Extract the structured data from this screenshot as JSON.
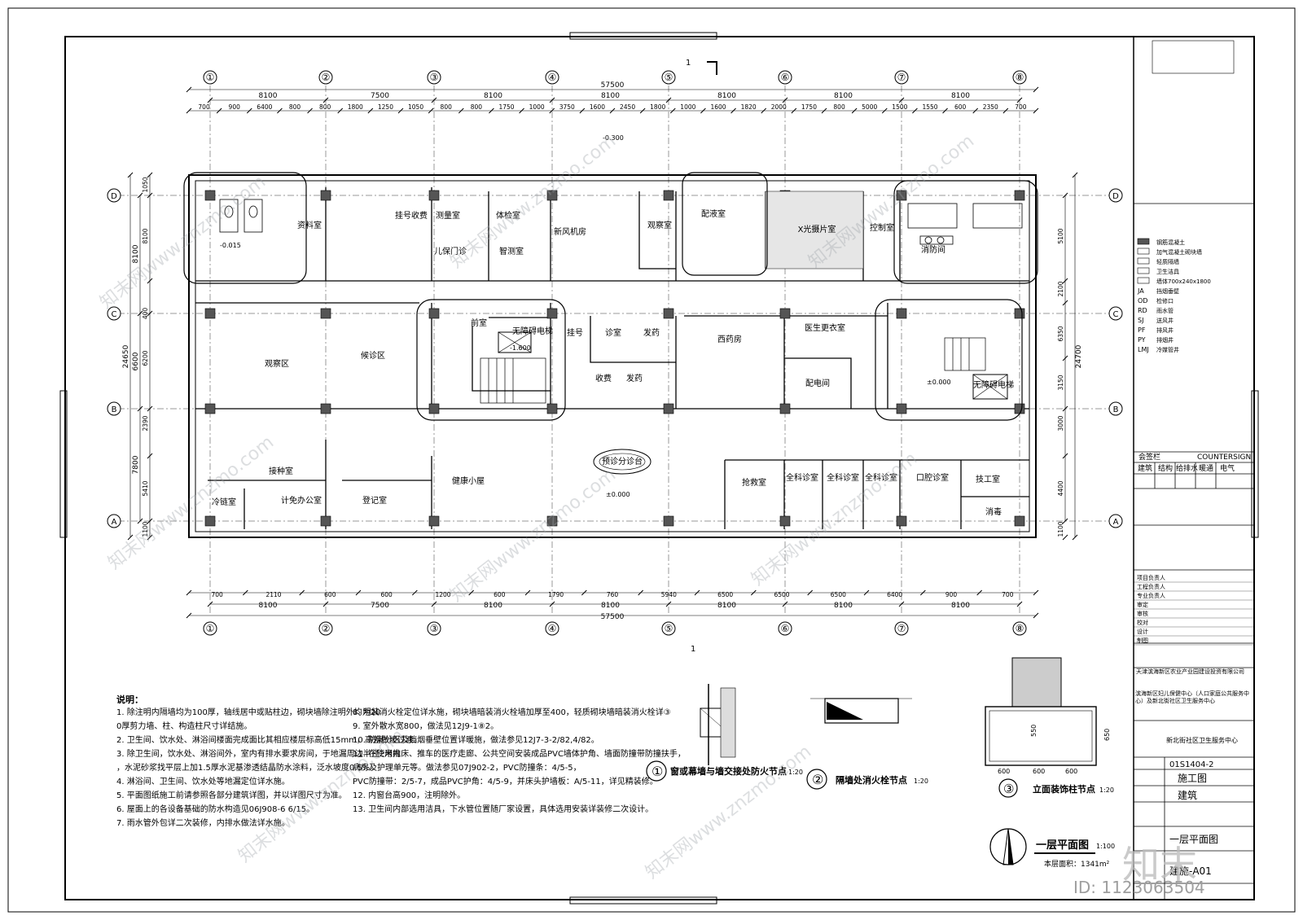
{
  "grid": {
    "numbers": [
      "①",
      "②",
      "③",
      "④",
      "⑤",
      "⑥",
      "⑦",
      "⑧"
    ],
    "letters": [
      "A",
      "B",
      "C",
      "D"
    ]
  },
  "dims": {
    "top_total": "57500",
    "top_bays": [
      "8100",
      "7500",
      "8100",
      "8100",
      "8100",
      "8100",
      "8100"
    ],
    "top_details": [
      "700",
      "900",
      "6400",
      "800",
      "800",
      "1800",
      "1250",
      "1050",
      "800",
      "800",
      "1750",
      "1000",
      "3750",
      "1600",
      "2450",
      "1800",
      "1000",
      "1600",
      "1820",
      "2000",
      "1750",
      "800",
      "5000",
      "1500",
      "1550",
      "600",
      "2350",
      "700"
    ],
    "bottom_total": "57500",
    "bottom_bays": [
      "8100",
      "7500",
      "8100",
      "8100",
      "8100",
      "8100",
      "8100"
    ],
    "bottom_details": [
      "700",
      "2110",
      "600",
      "600",
      "1200",
      "600",
      "1790",
      "760",
      "5940",
      "6500",
      "6500",
      "6500",
      "6400",
      "900",
      "700"
    ],
    "left_total": "24650",
    "left_bays": [
      "8100",
      "6600",
      "7800"
    ],
    "left_details": [
      "1050",
      "8100",
      "400",
      "6200",
      "2390",
      "5410",
      "1100"
    ],
    "right_total": "24700",
    "right_bays": [
      "5100",
      "2100",
      "6350",
      "3150",
      "3000",
      "4400",
      "1100"
    ]
  },
  "rooms": [
    {
      "id": "r1",
      "label": "资料室"
    },
    {
      "id": "r2",
      "label": "挂号收费"
    },
    {
      "id": "r3",
      "label": "测量室"
    },
    {
      "id": "r4",
      "label": "体检室"
    },
    {
      "id": "r5",
      "label": "儿保门诊"
    },
    {
      "id": "r6",
      "label": "智测室"
    },
    {
      "id": "r7",
      "label": "新风机房"
    },
    {
      "id": "r8",
      "label": "观察室"
    },
    {
      "id": "r9",
      "label": "配液室"
    },
    {
      "id": "r10",
      "label": "X光摄片室"
    },
    {
      "id": "r11",
      "label": "控制室"
    },
    {
      "id": "r12",
      "label": "消防间"
    },
    {
      "id": "r13",
      "label": "观察区"
    },
    {
      "id": "r14",
      "label": "候诊区"
    },
    {
      "id": "r15",
      "label": "前室"
    },
    {
      "id": "r16",
      "label": "无障碍电梯"
    },
    {
      "id": "r17",
      "label": "挂号"
    },
    {
      "id": "r18",
      "label": "诊室"
    },
    {
      "id": "r19",
      "label": "发药"
    },
    {
      "id": "r20",
      "label": "西药房"
    },
    {
      "id": "r21",
      "label": "医生更衣室"
    },
    {
      "id": "r22",
      "label": "配电间"
    },
    {
      "id": "r23",
      "label": "收费"
    },
    {
      "id": "r24",
      "label": "发药"
    },
    {
      "id": "r25",
      "label": "接种室"
    },
    {
      "id": "r26",
      "label": "冷链室"
    },
    {
      "id": "r27",
      "label": "计免办公室"
    },
    {
      "id": "r28",
      "label": "登记室"
    },
    {
      "id": "r29",
      "label": "健康小屋"
    },
    {
      "id": "r30",
      "label": "预诊分诊台"
    },
    {
      "id": "r31",
      "label": "抢救室"
    },
    {
      "id": "r32",
      "label": "全科诊室"
    },
    {
      "id": "r33",
      "label": "全科诊室"
    },
    {
      "id": "r34",
      "label": "全科诊室"
    },
    {
      "id": "r35",
      "label": "口腔诊室"
    },
    {
      "id": "r36",
      "label": "技工室"
    },
    {
      "id": "r37",
      "label": "消毒"
    },
    {
      "id": "r38",
      "label": "无障碍电梯"
    }
  ],
  "levels": [
    "-0.015",
    "-0.300",
    "±0.000",
    "-1.600",
    "±0.000"
  ],
  "notes": {
    "title": "说明：",
    "items": [
      "1. 除注明内隔墙均为100厚，轴线居中或贴柱边，砌块墙除注明外均为200厚剪力墙、柱、构造柱尺寸详结施。",
      "2. 卫生间、饮水处、淋浴间楼面完成面比其相应楼层标高低15mm，高差做坡过渡。",
      "3. 除卫生间，饮水处、淋浴间外，室内有排水要求房间，于地漏周边半径2米内，水泥砂浆找平层上加1.5厚水泥基渗透结晶防水涂料，泛水坡度0.5%。",
      "4. 淋浴间、卫生间、饮水处等地漏定位详水施。",
      "5. 平面图纸施工前请参照各部分建筑详图，并以详图尺寸为准。",
      "6. 屋面上的各设备基础的防水构造见06J908-6 6/15。",
      "7. 雨水管外包详二次装修，内排水做法详水施。",
      "8. 明装消火栓定位详水施，砌块墙暗装消火栓墙加厚至400，轻质砌块墙暗装消火栓详③",
      "9. 室外散水宽800，做法见12J9-1⑧2。",
      "10. 防潮分区及挡烟垂壁位置详暖施，做法参见12J7-3-2/82,4/82。",
      "11. 在使用推床、推车的医疗走廊、公共空间安装成品PVC墙体护角、墙面防撞带防撞扶手，",
      "病房及护理单元等。做法参见07J902-2，PVC防撞条：4/5-5，",
      "PVC防撞带：2/5-7，成品PVC护角：4/5-9，并床头护墙板：A/5-11，详见精装修。",
      "12. 内窗台高900，注明除外。",
      "13. 卫生间内部选用洁具，下水管位置随厂家设置，具体选用安装详装修二次设计。"
    ]
  },
  "details": [
    {
      "num": "①",
      "label": "窗或幕墙与墙交接处防火节点",
      "scale": "1:20"
    },
    {
      "num": "②",
      "label": "隔墙处消火栓节点",
      "scale": "1:20"
    },
    {
      "num": "③",
      "label": "立面装饰柱节点",
      "scale": "1:20"
    }
  ],
  "detail3_dims": [
    "600",
    "600",
    "600",
    "550",
    "650"
  ],
  "plan": {
    "title": "一层平面图",
    "scale": "1:100",
    "area": "本层面积：1341m²"
  },
  "legend": [
    {
      "code": "",
      "text": "钢筋混凝土"
    },
    {
      "code": "",
      "text": "加气混凝土砌块墙"
    },
    {
      "code": "",
      "text": "轻质隔墙"
    },
    {
      "code": "",
      "text": "卫生洁具"
    },
    {
      "code": "",
      "text": "墙体700x240x1800"
    },
    {
      "code": "JA",
      "text": "挡烟垂壁"
    },
    {
      "code": "OD",
      "text": "检修口"
    },
    {
      "code": "RD",
      "text": "雨水管"
    },
    {
      "code": "SJ",
      "text": "送风井"
    },
    {
      "code": "PF",
      "text": "排风井"
    },
    {
      "code": "PY",
      "text": "排烟井"
    },
    {
      "code": "LMJ",
      "text": "冷媒管井"
    }
  ],
  "title_block": {
    "countersign": "COUNTERSIGN",
    "countersign_label": "会签栏",
    "disciplines": [
      "建筑",
      "结构",
      "给排水",
      "暖通",
      "电气"
    ],
    "client": "天津滨海新区农业产业园建设投资有限公司",
    "project": "滨海新区妇儿保健中心（人口家庭公共服务中心）及新北街社区卫生服务中心",
    "subproject": "新北街社区卫生服务中心",
    "drawing_no": "01S1404-2",
    "phase": "施工图",
    "specialty": "建筑",
    "drawing_title": "一层平面图",
    "sheet_no": "建施-A01",
    "roles": [
      "项目负责人",
      "工程负责人",
      "专业负责人",
      "审定",
      "审核",
      "校对",
      "设计",
      "制图"
    ]
  },
  "watermark": {
    "site": "知末网www.znzmo.com",
    "brand": "知末",
    "id": "ID: 1123063504"
  }
}
